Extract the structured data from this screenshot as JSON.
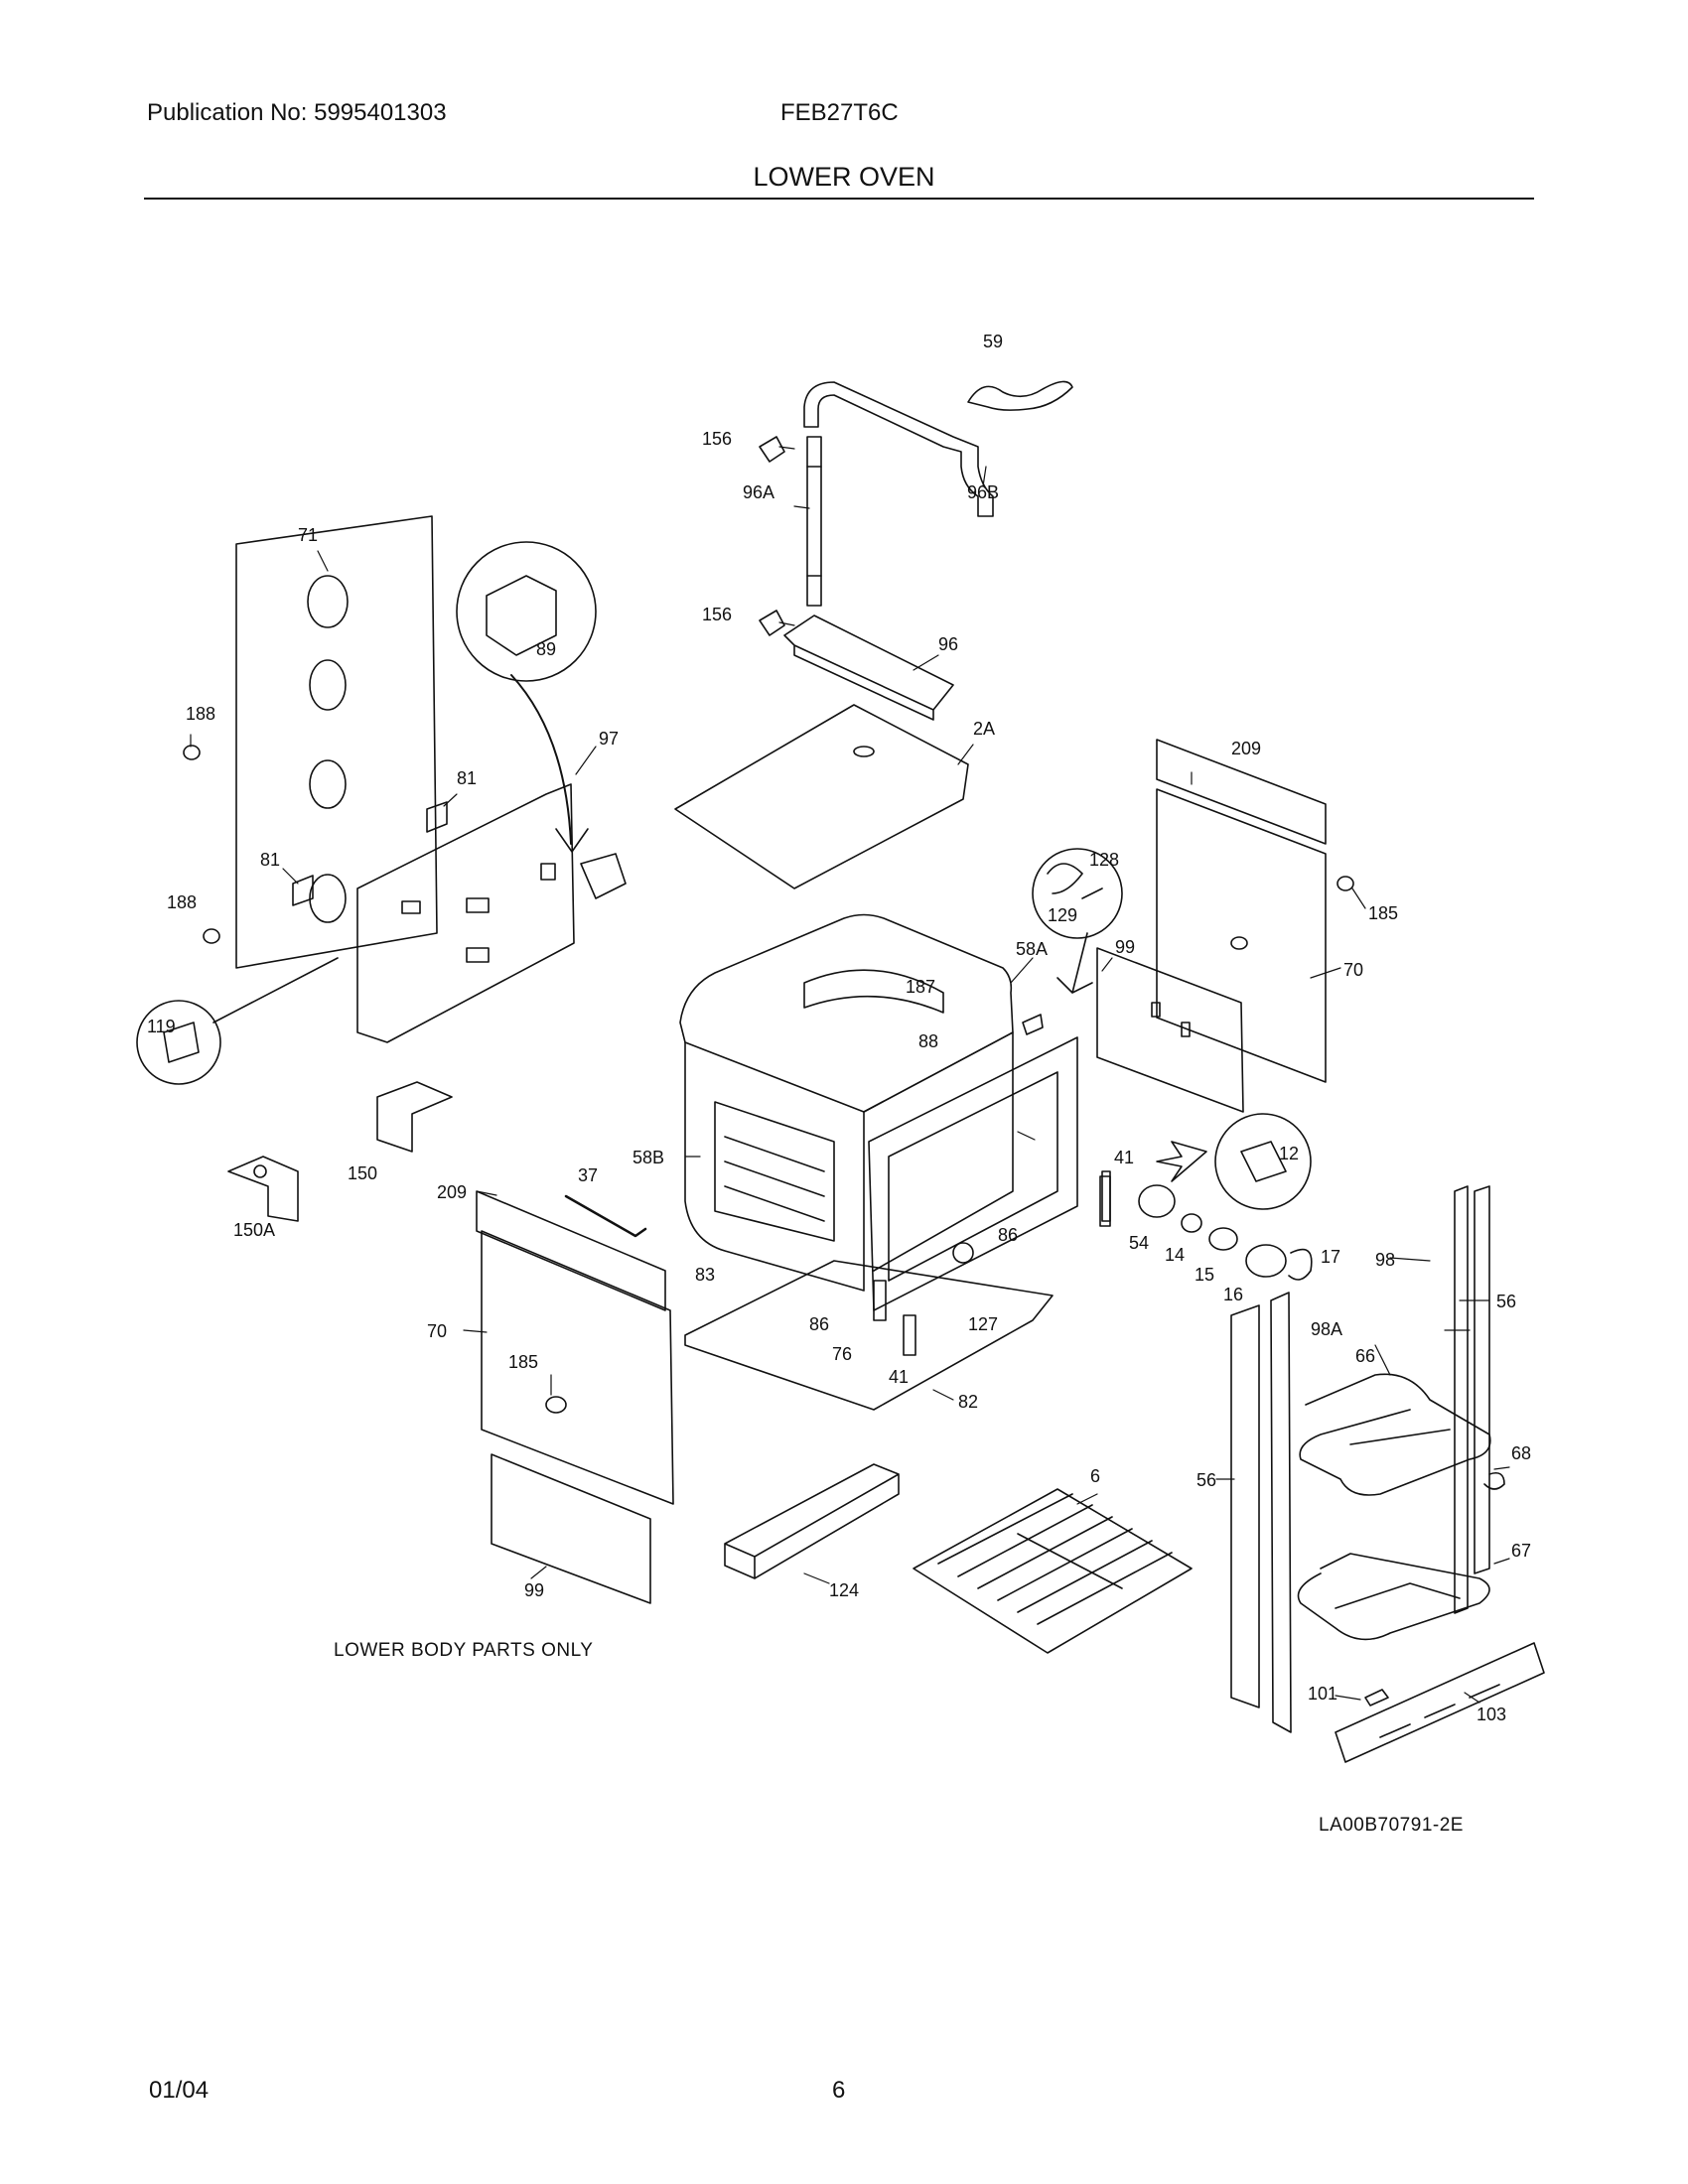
{
  "header": {
    "publication": "Publication No: 5995401303",
    "model": "FEB27T6C",
    "title": "LOWER OVEN"
  },
  "part_labels": {
    "p59": "59",
    "p156a": "156",
    "p96A": "96A",
    "p96B": "96B",
    "p156b": "156",
    "p96": "96",
    "p71": "71",
    "p89": "89",
    "p188a": "188",
    "p97": "97",
    "p81a": "81",
    "p81b": "81",
    "p188b": "188",
    "p2A": "2A",
    "p209a": "209",
    "p128": "128",
    "p129": "129",
    "p185a": "185",
    "p58A": "58A",
    "p99a": "99",
    "p70a": "70",
    "p187": "187",
    "p88": "88",
    "p119": "119",
    "p150": "150",
    "p12": "12",
    "p150A": "150A",
    "p58B": "58B",
    "p37": "37",
    "p209b": "209",
    "p41a": "41",
    "p86a": "86",
    "p54": "54",
    "p14": "14",
    "p15": "15",
    "p17": "17",
    "p16": "16",
    "p98": "98",
    "p56a": "56",
    "p83": "83",
    "p86b": "86",
    "p127": "127",
    "p76": "76",
    "p41b": "41",
    "p70b": "70",
    "p185b": "185",
    "p98A": "98A",
    "p66": "66",
    "p82": "82",
    "p68": "68",
    "p6": "6",
    "p56b": "56",
    "p67": "67",
    "p124": "124",
    "p99b": "99",
    "p101": "101",
    "p103": "103"
  },
  "notes": {
    "lower_body": "LOWER BODY PARTS ONLY",
    "drawing_number": "LA00B70791-2E"
  },
  "footer": {
    "date": "01/04",
    "page": "6"
  }
}
